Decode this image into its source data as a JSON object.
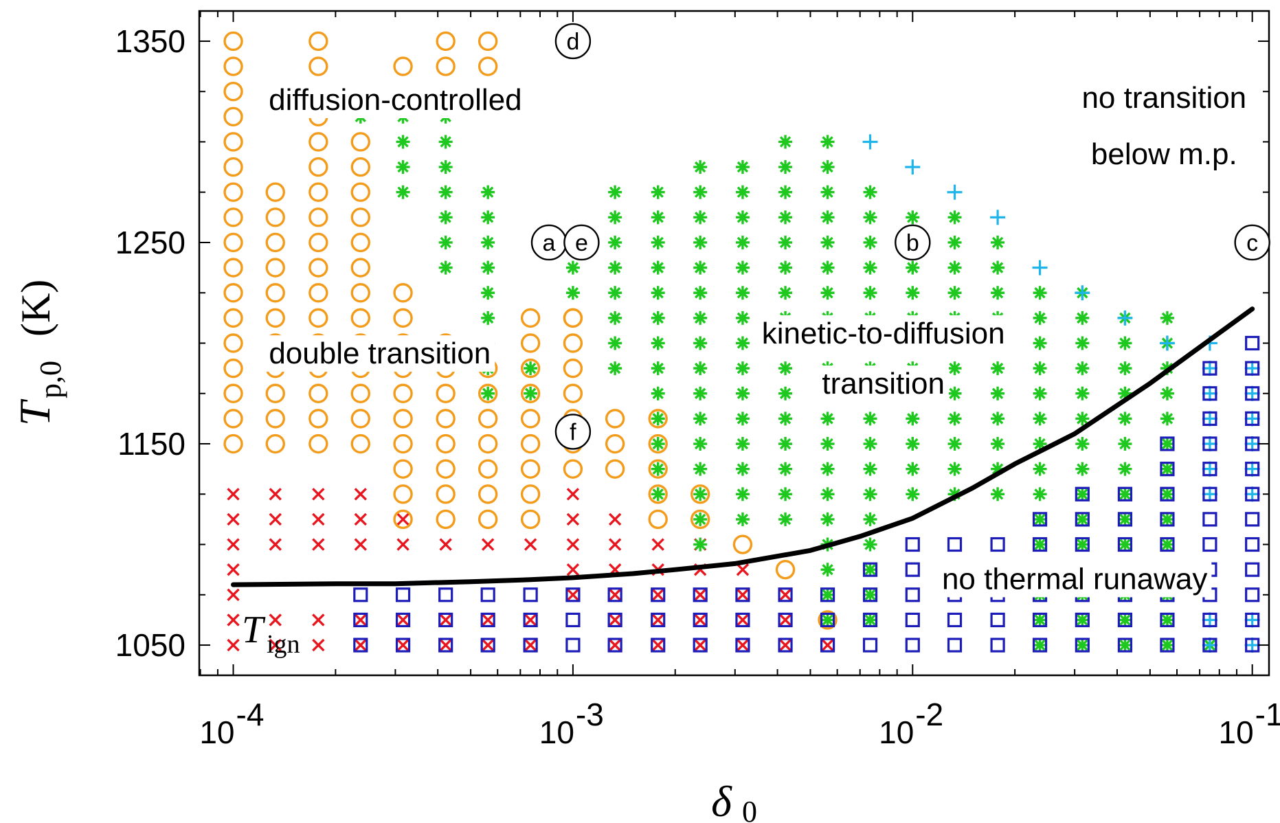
{
  "chart_data": {
    "type": "scatter",
    "title": "",
    "xlabel": "δ0",
    "ylabel": "Tp,0 (K)",
    "xscale": "log",
    "xlim": [
      7.94e-05,
      0.112
    ],
    "ylim": [
      1035,
      1365
    ],
    "grid": false,
    "x_tick_labels": [
      {
        "value": 0.0001,
        "base": "10",
        "exp": "-4"
      },
      {
        "value": 0.001,
        "base": "10",
        "exp": "-3"
      },
      {
        "value": 0.01,
        "base": "10",
        "exp": "-2"
      },
      {
        "value": 0.1,
        "base": "10",
        "exp": "-1"
      }
    ],
    "y_ticks": [
      1050,
      1150,
      1250,
      1350
    ],
    "y_tick_labels": [
      "1350",
      "1250",
      "1150",
      "1050"
    ],
    "x_grid": [
      0.0001,
      0.000133,
      0.000178,
      0.000237,
      0.000316,
      0.000422,
      0.000562,
      0.00075,
      0.001,
      0.00133,
      0.00178,
      0.00237,
      0.00316,
      0.00422,
      0.00562,
      0.0075,
      0.01,
      0.0133,
      0.0178,
      0.0237,
      0.0316,
      0.0422,
      0.0562,
      0.075,
      0.1
    ],
    "y_grid": [
      1050,
      1062.5,
      1075,
      1087.5,
      1100,
      1112.5,
      1125,
      1137.5,
      1150,
      1162.5,
      1175,
      1187.5,
      1200,
      1212.5,
      1225,
      1237.5,
      1250,
      1262.5,
      1275,
      1287.5,
      1300,
      1312.5,
      1325,
      1337.5,
      1350
    ],
    "series": [
      {
        "name": "diffusion-controlled",
        "marker": "x",
        "color": "#e8161e"
      },
      {
        "name": "double transition",
        "marker": "o",
        "color": "#f39c1b"
      },
      {
        "name": "kinetic-to-diffusion transition",
        "marker": "*",
        "color": "#1ec81e"
      },
      {
        "name": "no transition below m.p.",
        "marker": "+",
        "color": "#1fb5ea"
      },
      {
        "name": "no thermal runaway",
        "marker": "s",
        "color": "#1c1cb8"
      }
    ],
    "ignition_curve": {
      "label_main": "T",
      "label_sub": "ign",
      "color": "#000000",
      "x": [
        0.0001,
        0.0002,
        0.0003,
        0.0005,
        0.00075,
        0.001,
        0.0015,
        0.002,
        0.003,
        0.005,
        0.007,
        0.01,
        0.015,
        0.02,
        0.03,
        0.05,
        0.07,
        0.1
      ],
      "y": [
        1080,
        1080.5,
        1080.5,
        1081.5,
        1082.5,
        1083.5,
        1085.5,
        1087.5,
        1090.5,
        1097,
        1104,
        1113,
        1128,
        1140,
        1155,
        1180,
        1198,
        1217
      ]
    },
    "annotations": [
      {
        "text": "diffusion-controlled",
        "x": 0.0003,
        "y": 1321
      },
      {
        "text": "double transition",
        "x": 0.00027,
        "y": 1195
      },
      {
        "text": "kinetic-to-diffusion",
        "x": 0.0082,
        "y": 1205
      },
      {
        "text": "transition",
        "x": 0.0082,
        "y": 1180
      },
      {
        "text": "no transition",
        "x": 0.055,
        "y": 1322
      },
      {
        "text": "below m.p.",
        "x": 0.055,
        "y": 1294
      },
      {
        "text": "no thermal runaway",
        "x": 0.03,
        "y": 1083
      }
    ],
    "circled_labels": [
      {
        "text": "a",
        "x": 0.00085,
        "y": 1250
      },
      {
        "text": "b",
        "x": 0.01,
        "y": 1250
      },
      {
        "text": "c",
        "x": 0.1,
        "y": 1250
      },
      {
        "text": "d",
        "x": 0.001,
        "y": 1350
      },
      {
        "text": "e",
        "x": 0.00106,
        "y": 1250
      },
      {
        "text": "f",
        "x": 0.001,
        "y": 1156
      }
    ],
    "points": [
      {
        "s": 0,
        "c": [
          [
            0,
            0
          ],
          [
            0,
            1
          ],
          [
            0,
            2
          ],
          [
            0,
            3
          ],
          [
            0,
            4
          ],
          [
            0,
            5
          ],
          [
            0,
            6
          ],
          [
            1,
            0
          ],
          [
            1,
            1
          ],
          [
            1,
            4
          ],
          [
            1,
            5
          ],
          [
            1,
            6
          ],
          [
            2,
            0
          ],
          [
            2,
            1
          ],
          [
            2,
            4
          ],
          [
            2,
            5
          ],
          [
            2,
            6
          ],
          [
            3,
            0
          ],
          [
            3,
            1
          ],
          [
            3,
            4
          ],
          [
            3,
            5
          ],
          [
            3,
            6
          ],
          [
            4,
            0
          ],
          [
            4,
            1
          ],
          [
            4,
            4
          ],
          [
            4,
            5
          ],
          [
            5,
            0
          ],
          [
            5,
            1
          ],
          [
            5,
            4
          ],
          [
            6,
            0
          ],
          [
            6,
            1
          ],
          [
            6,
            4
          ],
          [
            7,
            0
          ],
          [
            7,
            1
          ],
          [
            7,
            4
          ],
          [
            8,
            2
          ],
          [
            8,
            3
          ],
          [
            8,
            4
          ],
          [
            8,
            5
          ],
          [
            8,
            6
          ],
          [
            9,
            0
          ],
          [
            9,
            1
          ],
          [
            9,
            2
          ],
          [
            9,
            3
          ],
          [
            9,
            4
          ],
          [
            9,
            5
          ],
          [
            10,
            0
          ],
          [
            10,
            1
          ],
          [
            10,
            2
          ],
          [
            10,
            3
          ],
          [
            10,
            4
          ],
          [
            11,
            0
          ],
          [
            11,
            1
          ],
          [
            11,
            2
          ],
          [
            11,
            3
          ],
          [
            11,
            4
          ],
          [
            12,
            0
          ],
          [
            12,
            1
          ],
          [
            12,
            2
          ],
          [
            12,
            3
          ],
          [
            13,
            0
          ],
          [
            13,
            1
          ],
          [
            13,
            2
          ],
          [
            14,
            0
          ]
        ]
      },
      {
        "s": 1,
        "rows": [
          [
            0,
            8,
            24
          ],
          [
            1,
            8,
            18
          ],
          [
            2,
            8,
            24
          ],
          [
            3,
            8,
            20
          ],
          [
            4,
            5,
            14
          ],
          [
            5,
            5,
            12
          ],
          [
            6,
            5,
            11
          ],
          [
            7,
            5,
            13
          ],
          [
            8,
            7,
            13
          ],
          [
            9,
            7,
            9
          ],
          [
            10,
            5,
            9
          ],
          [
            11,
            5,
            6
          ],
          [
            12,
            4,
            4
          ],
          [
            13,
            3,
            3
          ],
          [
            14,
            1,
            1
          ]
        ],
        "extra": [
          [
            4,
            22
          ],
          [
            4,
            23
          ],
          [
            5,
            23
          ],
          [
            5,
            24
          ],
          [
            6,
            23
          ],
          [
            6,
            24
          ],
          [
            8,
            13
          ]
        ]
      },
      {
        "s": 2,
        "rows": [
          [
            3,
            21,
            21
          ],
          [
            4,
            18,
            21
          ],
          [
            5,
            15,
            21
          ],
          [
            6,
            10,
            18
          ],
          [
            7,
            10,
            11
          ],
          [
            8,
            14,
            16
          ],
          [
            9,
            11,
            18
          ],
          [
            10,
            6,
            18
          ],
          [
            11,
            4,
            19
          ],
          [
            12,
            5,
            19
          ],
          [
            13,
            5,
            20
          ],
          [
            14,
            1,
            20
          ],
          [
            15,
            1,
            18
          ],
          [
            16,
            6,
            17
          ],
          [
            17,
            6,
            17
          ],
          [
            18,
            6,
            16
          ],
          [
            19,
            0,
            14
          ],
          [
            20,
            0,
            14
          ],
          [
            21,
            0,
            13
          ],
          [
            22,
            0,
            13
          ],
          [
            23,
            0,
            0
          ]
        ]
      },
      {
        "s": 3,
        "c": [
          [
            15,
            20
          ],
          [
            16,
            19
          ],
          [
            17,
            18
          ],
          [
            18,
            17
          ],
          [
            19,
            15
          ],
          [
            20,
            14
          ],
          [
            21,
            13
          ],
          [
            22,
            12
          ],
          [
            23,
            0
          ],
          [
            23,
            1
          ],
          [
            23,
            6
          ],
          [
            23,
            7
          ],
          [
            23,
            8
          ],
          [
            23,
            9
          ],
          [
            23,
            10
          ],
          [
            23,
            11
          ],
          [
            23,
            12
          ],
          [
            24,
            0
          ],
          [
            24,
            1
          ],
          [
            24,
            6
          ],
          [
            24,
            7
          ],
          [
            24,
            8
          ],
          [
            24,
            9
          ],
          [
            24,
            10
          ],
          [
            24,
            11
          ]
        ]
      },
      {
        "s": 4,
        "rows": [
          [
            3,
            0,
            2
          ],
          [
            4,
            0,
            2
          ],
          [
            5,
            0,
            2
          ],
          [
            6,
            0,
            2
          ],
          [
            7,
            0,
            2
          ],
          [
            8,
            0,
            2
          ],
          [
            9,
            0,
            2
          ],
          [
            10,
            0,
            2
          ],
          [
            11,
            0,
            2
          ],
          [
            12,
            0,
            2
          ],
          [
            13,
            0,
            2
          ],
          [
            14,
            0,
            2
          ],
          [
            15,
            0,
            2
          ],
          [
            16,
            0,
            2
          ],
          [
            17,
            0,
            2
          ],
          [
            18,
            0,
            3
          ],
          [
            19,
            0,
            4
          ],
          [
            20,
            0,
            5
          ],
          [
            21,
            0,
            5
          ],
          [
            22,
            0,
            6
          ],
          [
            23,
            0,
            10
          ],
          [
            24,
            0,
            11
          ]
        ],
        "extra": [
          [
            15,
            3
          ],
          [
            16,
            3
          ],
          [
            16,
            4
          ],
          [
            17,
            3
          ],
          [
            17,
            4
          ],
          [
            18,
            4
          ],
          [
            19,
            5
          ],
          [
            20,
            6
          ],
          [
            21,
            6
          ],
          [
            22,
            7
          ],
          [
            22,
            8
          ],
          [
            23,
            11
          ],
          [
            24,
            12
          ]
        ]
      }
    ]
  }
}
